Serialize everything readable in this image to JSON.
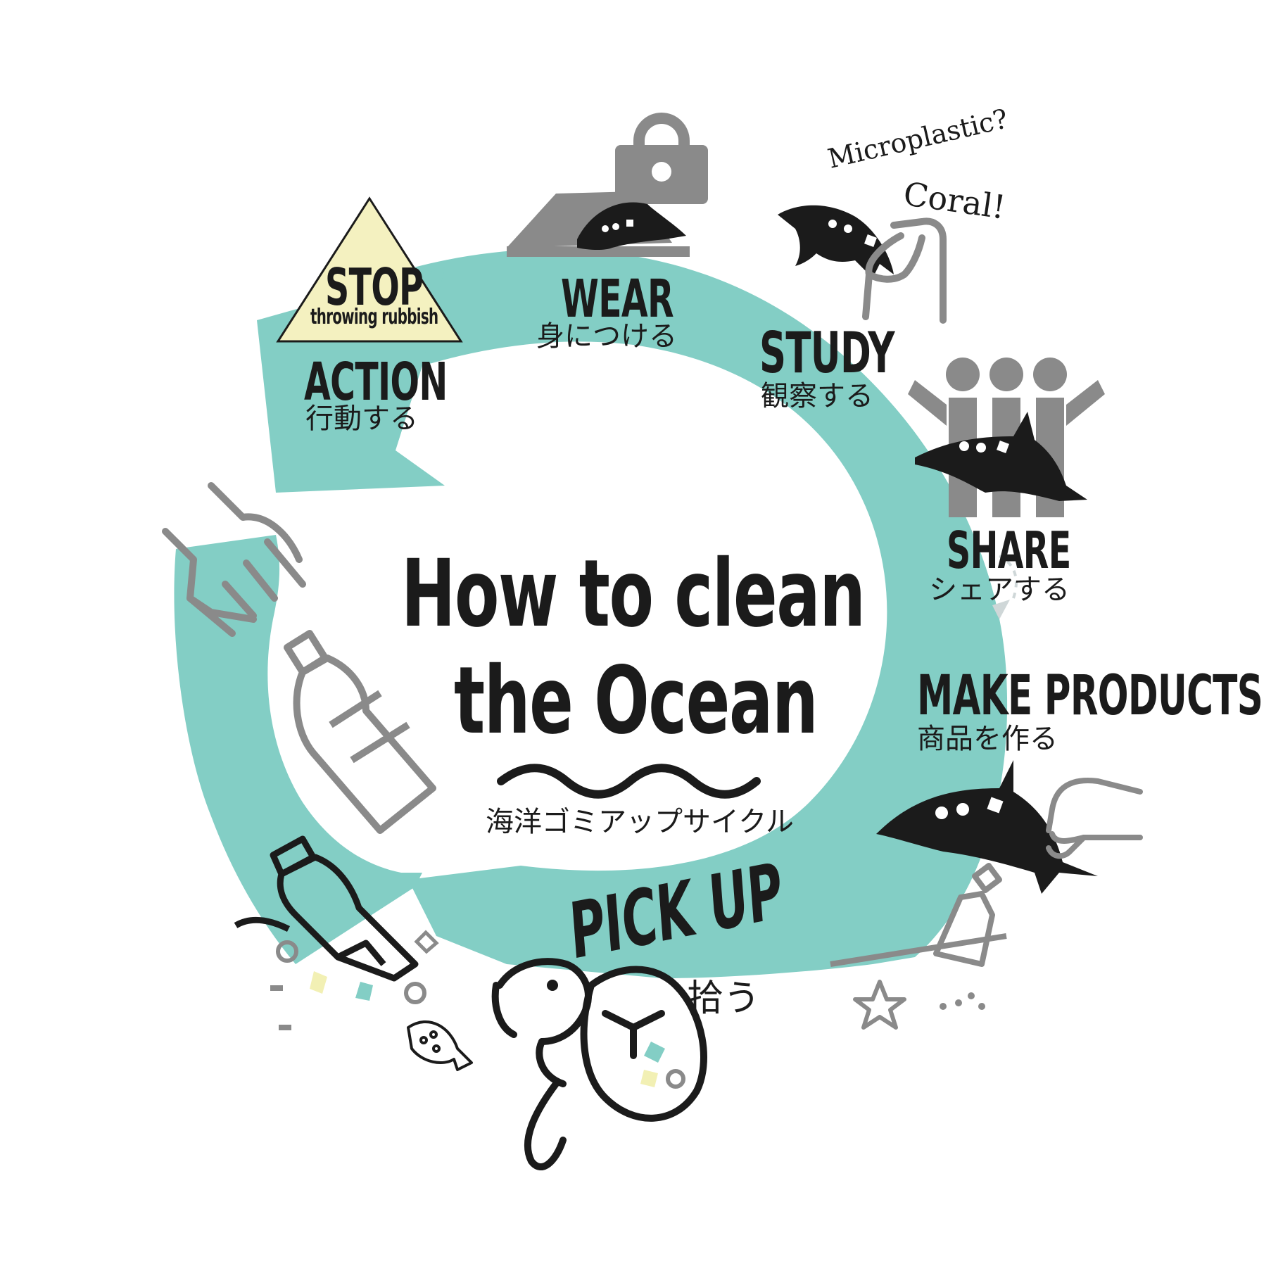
{
  "title": {
    "line1": "How to clean",
    "line2": "the Ocean",
    "subtitle": "海洋ゴミアップサイクル"
  },
  "stop_sign": {
    "word": "STOP",
    "sub": "throwing rubbish"
  },
  "steps": {
    "action": {
      "en": "ACTION",
      "jp": "行動する"
    },
    "wear": {
      "en": "WEAR",
      "jp": "身につける"
    },
    "study": {
      "en": "STUDY",
      "jp": "観察する"
    },
    "share": {
      "en": "SHARE",
      "jp": "シェアする"
    },
    "make": {
      "en": "MAKE PRODUCTS",
      "jp": "商品を作る"
    },
    "pick": {
      "en": "PICK UP",
      "jp": "拾う"
    }
  },
  "speech": {
    "q": "Microplastic?",
    "a": "Coral!"
  },
  "colors": {
    "ring": "#83cec5",
    "ink": "#1b1b1b",
    "gray": "#8a8a8a",
    "sign": "#f4f1c0",
    "yellow": "#f2f0b4"
  },
  "icons": [
    "bag-icon",
    "cap-icon",
    "dolphin-icon",
    "hand-icon",
    "people-icon",
    "bottle-icon",
    "turtle-icon",
    "fish-icon",
    "star-icon",
    "paper-plane-icon",
    "wave-icon"
  ]
}
